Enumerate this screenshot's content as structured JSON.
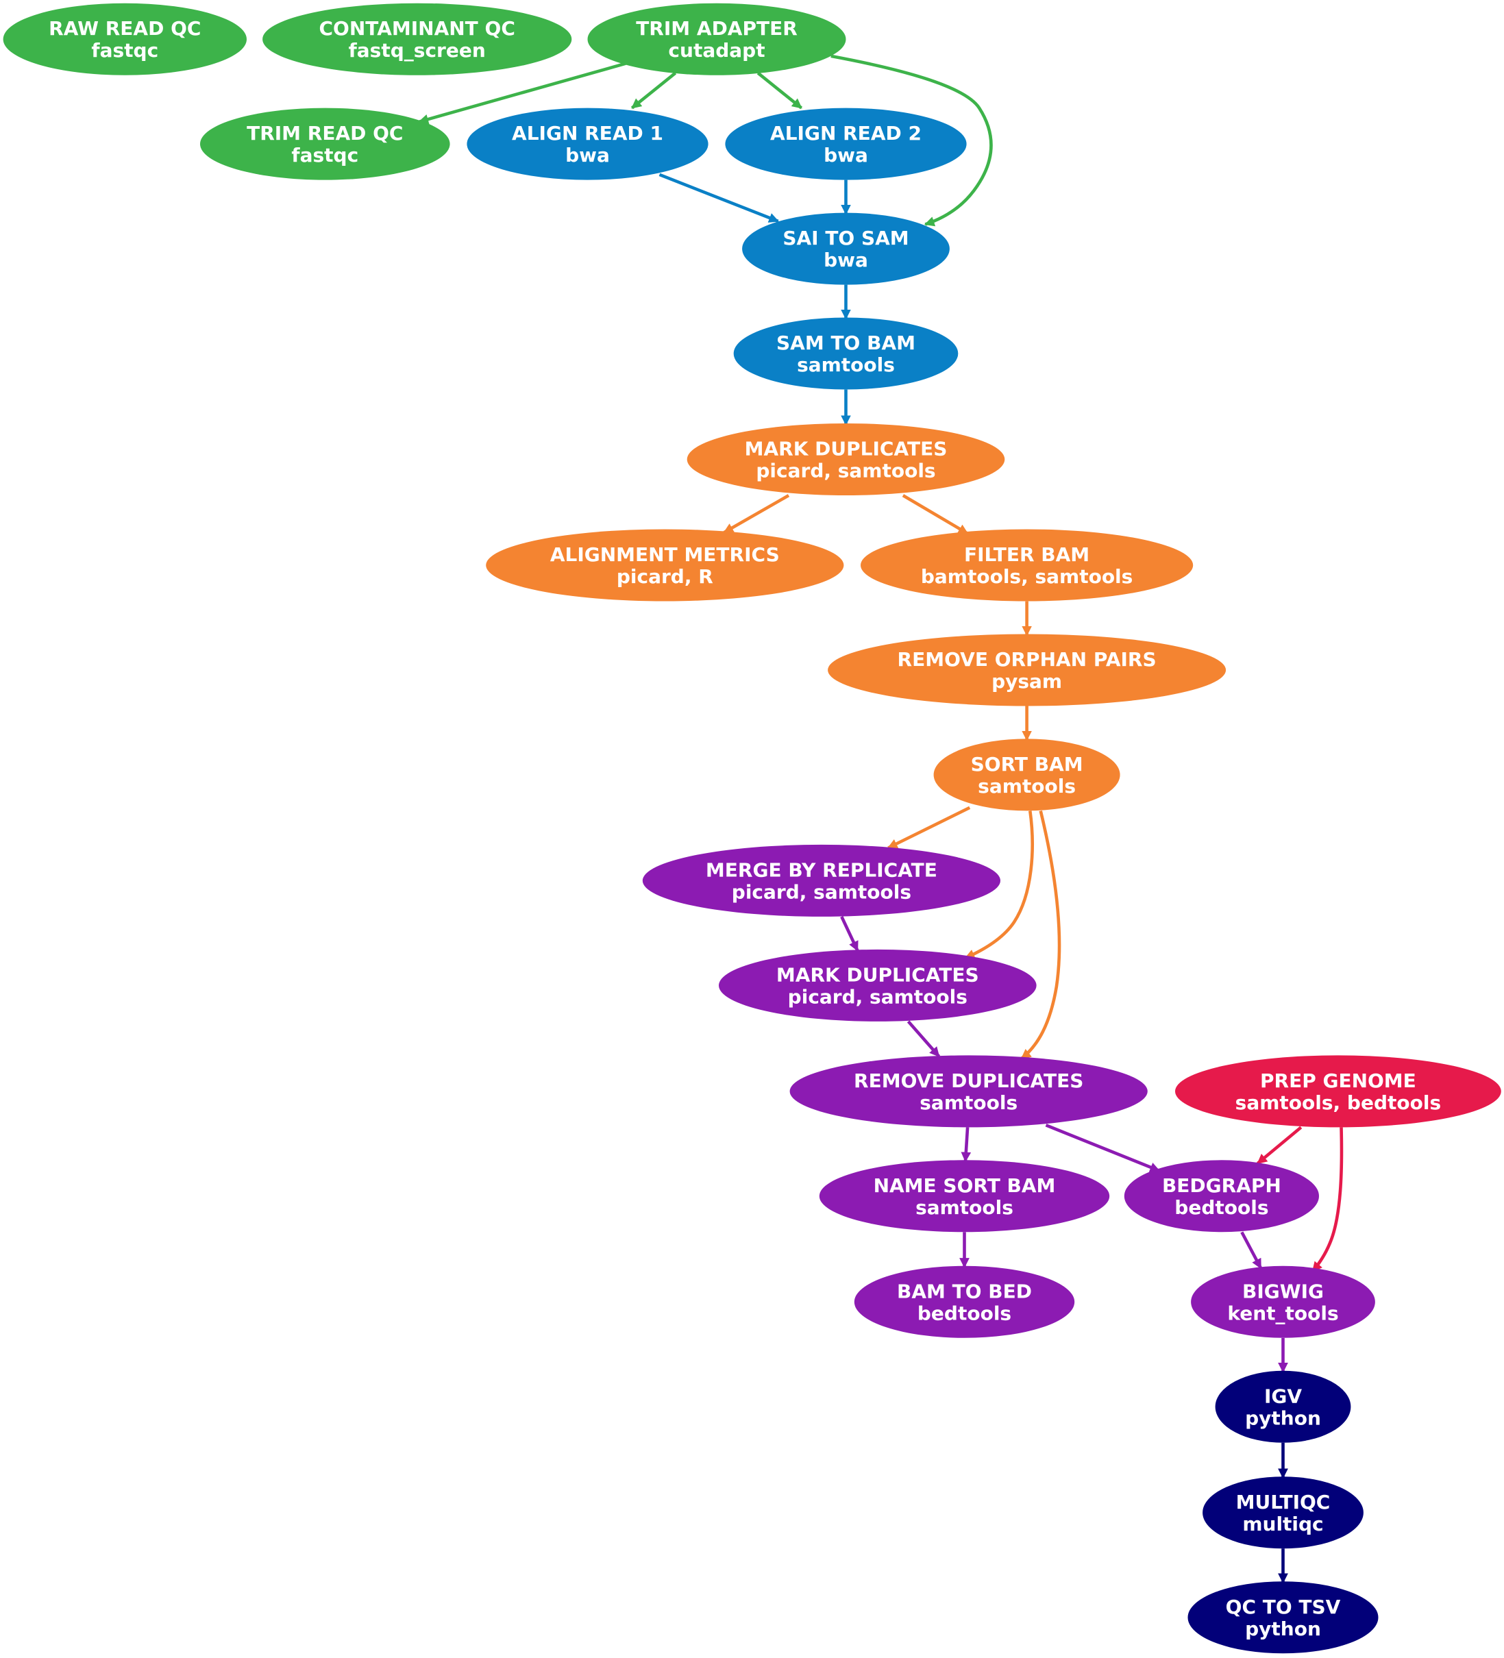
{
  "colors": {
    "qc_green": "#3db34a",
    "align_blue": "#0a80c6",
    "filter_orange": "#f48431",
    "merge_purple": "#8c1bb2",
    "genome_red": "#e61a4b",
    "report_navy": "#020079"
  },
  "nodes": [
    {
      "id": "raw_read_qc",
      "title": "RAW READ QC",
      "tool": "fastqc",
      "color": "qc_green"
    },
    {
      "id": "contaminant_qc",
      "title": "CONTAMINANT QC",
      "tool": "fastq_screen",
      "color": "qc_green"
    },
    {
      "id": "trim_adapter",
      "title": "TRIM ADAPTER",
      "tool": "cutadapt",
      "color": "qc_green"
    },
    {
      "id": "trim_read_qc",
      "title": "TRIM READ QC",
      "tool": "fastqc",
      "color": "qc_green"
    },
    {
      "id": "align_read_1",
      "title": "ALIGN READ 1",
      "tool": "bwa",
      "color": "align_blue"
    },
    {
      "id": "align_read_2",
      "title": "ALIGN READ 2",
      "tool": "bwa",
      "color": "align_blue"
    },
    {
      "id": "sai_to_sam",
      "title": "SAI TO SAM",
      "tool": "bwa",
      "color": "align_blue"
    },
    {
      "id": "sam_to_bam",
      "title": "SAM TO BAM",
      "tool": "samtools",
      "color": "align_blue"
    },
    {
      "id": "mark_duplicates_1",
      "title": "MARK DUPLICATES",
      "tool": "picard, samtools",
      "color": "filter_orange"
    },
    {
      "id": "alignment_metrics",
      "title": "ALIGNMENT METRICS",
      "tool": "picard, R",
      "color": "filter_orange"
    },
    {
      "id": "filter_bam",
      "title": "FILTER BAM",
      "tool": "bamtools, samtools",
      "color": "filter_orange"
    },
    {
      "id": "remove_orphan_pairs",
      "title": "REMOVE ORPHAN PAIRS",
      "tool": "pysam",
      "color": "filter_orange"
    },
    {
      "id": "sort_bam",
      "title": "SORT BAM",
      "tool": "samtools",
      "color": "filter_orange"
    },
    {
      "id": "merge_by_replicate",
      "title": "MERGE BY REPLICATE",
      "tool": "picard, samtools",
      "color": "merge_purple"
    },
    {
      "id": "mark_duplicates_2",
      "title": "MARK DUPLICATES",
      "tool": "picard, samtools",
      "color": "merge_purple"
    },
    {
      "id": "remove_duplicates",
      "title": "REMOVE DUPLICATES",
      "tool": "samtools",
      "color": "merge_purple"
    },
    {
      "id": "prep_genome",
      "title": "PREP GENOME",
      "tool": "samtools, bedtools",
      "color": "genome_red"
    },
    {
      "id": "name_sort_bam",
      "title": "NAME SORT BAM",
      "tool": "samtools",
      "color": "merge_purple"
    },
    {
      "id": "bedgraph",
      "title": "BEDGRAPH",
      "tool": "bedtools",
      "color": "merge_purple"
    },
    {
      "id": "bam_to_bed",
      "title": "BAM TO BED",
      "tool": "bedtools",
      "color": "merge_purple"
    },
    {
      "id": "bigwig",
      "title": "BIGWIG",
      "tool": "kent_tools",
      "color": "merge_purple"
    },
    {
      "id": "igv",
      "title": "IGV",
      "tool": "python",
      "color": "report_navy"
    },
    {
      "id": "multiqc",
      "title": "MULTIQC",
      "tool": "multiqc",
      "color": "report_navy"
    },
    {
      "id": "qc_to_tsv",
      "title": "QC TO TSV",
      "tool": "python",
      "color": "report_navy"
    }
  ],
  "edges": [
    {
      "from": "trim_adapter",
      "to": "trim_read_qc",
      "color": "qc_green"
    },
    {
      "from": "trim_adapter",
      "to": "align_read_1",
      "color": "qc_green"
    },
    {
      "from": "trim_adapter",
      "to": "align_read_2",
      "color": "qc_green"
    },
    {
      "from": "trim_adapter",
      "to": "sai_to_sam",
      "color": "qc_green"
    },
    {
      "from": "align_read_1",
      "to": "sai_to_sam",
      "color": "align_blue"
    },
    {
      "from": "align_read_2",
      "to": "sai_to_sam",
      "color": "align_blue"
    },
    {
      "from": "sai_to_sam",
      "to": "sam_to_bam",
      "color": "align_blue"
    },
    {
      "from": "sam_to_bam",
      "to": "mark_duplicates_1",
      "color": "align_blue"
    },
    {
      "from": "mark_duplicates_1",
      "to": "alignment_metrics",
      "color": "filter_orange"
    },
    {
      "from": "mark_duplicates_1",
      "to": "filter_bam",
      "color": "filter_orange"
    },
    {
      "from": "filter_bam",
      "to": "remove_orphan_pairs",
      "color": "filter_orange"
    },
    {
      "from": "remove_orphan_pairs",
      "to": "sort_bam",
      "color": "filter_orange"
    },
    {
      "from": "sort_bam",
      "to": "merge_by_replicate",
      "color": "filter_orange"
    },
    {
      "from": "sort_bam",
      "to": "mark_duplicates_2",
      "color": "filter_orange"
    },
    {
      "from": "sort_bam",
      "to": "remove_duplicates",
      "color": "filter_orange"
    },
    {
      "from": "merge_by_replicate",
      "to": "mark_duplicates_2",
      "color": "merge_purple"
    },
    {
      "from": "mark_duplicates_2",
      "to": "remove_duplicates",
      "color": "merge_purple"
    },
    {
      "from": "remove_duplicates",
      "to": "name_sort_bam",
      "color": "merge_purple"
    },
    {
      "from": "remove_duplicates",
      "to": "bedgraph",
      "color": "merge_purple"
    },
    {
      "from": "prep_genome",
      "to": "bedgraph",
      "color": "genome_red"
    },
    {
      "from": "prep_genome",
      "to": "bigwig",
      "color": "genome_red"
    },
    {
      "from": "name_sort_bam",
      "to": "bam_to_bed",
      "color": "merge_purple"
    },
    {
      "from": "bedgraph",
      "to": "bigwig",
      "color": "merge_purple"
    },
    {
      "from": "bigwig",
      "to": "igv",
      "color": "merge_purple"
    },
    {
      "from": "igv",
      "to": "multiqc",
      "color": "report_navy"
    },
    {
      "from": "multiqc",
      "to": "qc_to_tsv",
      "color": "report_navy"
    }
  ]
}
